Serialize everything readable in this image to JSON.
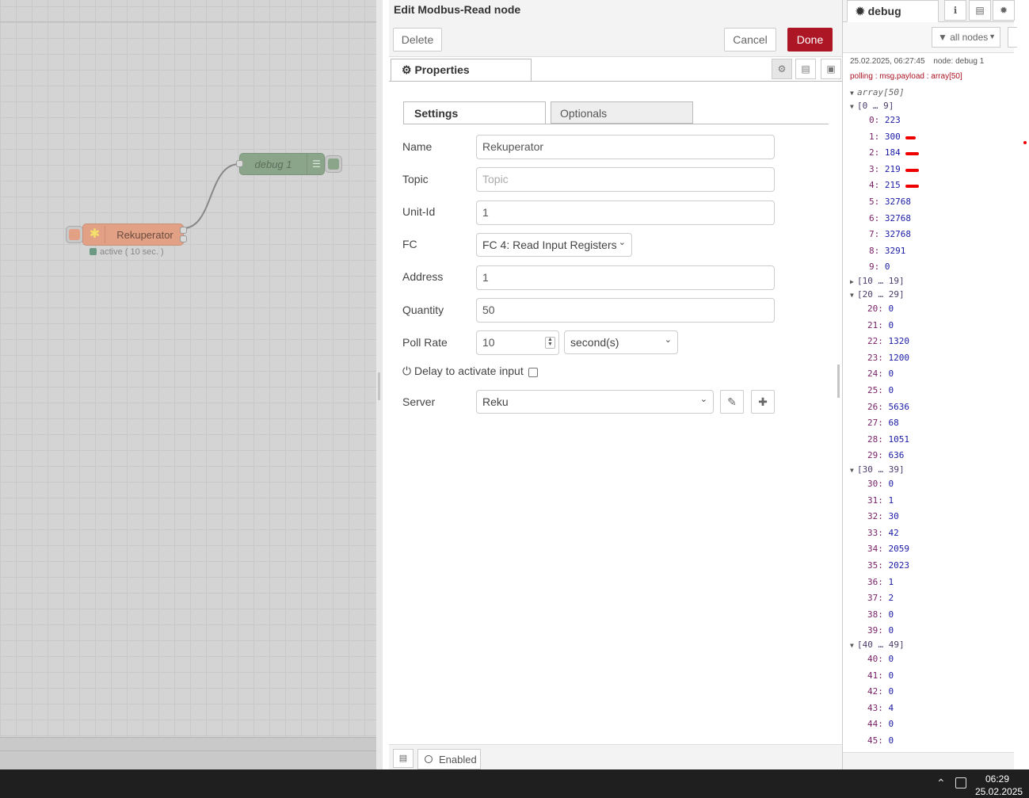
{
  "workspace": {
    "nodes": {
      "debug": {
        "label": "debug 1",
        "list_icon": "list-icon"
      },
      "modbus": {
        "label": "Rekuperator",
        "icon": "modbus-icon",
        "status": "active ( 10 sec. )"
      }
    }
  },
  "tray": {
    "title": "Edit Modbus-Read node",
    "buttons": {
      "delete": "Delete",
      "cancel": "Cancel",
      "done": "Done"
    },
    "properties_tab": "Properties",
    "tabs": {
      "settings": "Settings",
      "optionals": "Optionals"
    },
    "fields": {
      "name": {
        "label": "Name",
        "value": "Rekuperator"
      },
      "topic": {
        "label": "Topic",
        "placeholder": "Topic"
      },
      "unit_id": {
        "label": "Unit-Id",
        "value": "1"
      },
      "fc": {
        "label": "FC",
        "value": "FC 4: Read Input Registers"
      },
      "address": {
        "label": "Address",
        "value": "1"
      },
      "quantity": {
        "label": "Quantity",
        "value": "50"
      },
      "poll_rate": {
        "label": "Poll Rate",
        "value": "10",
        "unit": "second(s)"
      },
      "delay": {
        "label": "Delay to activate input",
        "checked": false
      },
      "server": {
        "label": "Server",
        "value": "Reku"
      }
    },
    "footer": {
      "enabled": "Enabled"
    },
    "accent_color": "#ad1625"
  },
  "sidebar": {
    "tab": "debug",
    "filter": "all nodes",
    "message": {
      "timestamp": "25.02.2025, 06:27:45",
      "node": "node: debug 1",
      "topic": "polling : msg.payload : array[50]",
      "root": "array[50]",
      "groups": [
        {
          "label": "[0 … 9]",
          "expanded": true,
          "items": [
            {
              "k": "0:",
              "v": "223"
            },
            {
              "k": "1:",
              "v": "300"
            },
            {
              "k": "2:",
              "v": "184"
            },
            {
              "k": "3:",
              "v": "219"
            },
            {
              "k": "4:",
              "v": "215"
            },
            {
              "k": "5:",
              "v": "32768"
            },
            {
              "k": "6:",
              "v": "32768"
            },
            {
              "k": "7:",
              "v": "32768"
            },
            {
              "k": "8:",
              "v": "3291"
            },
            {
              "k": "9:",
              "v": "0"
            }
          ]
        },
        {
          "label": "[10 … 19]",
          "expanded": false,
          "items": []
        },
        {
          "label": "[20 … 29]",
          "expanded": true,
          "items": [
            {
              "k": "20:",
              "v": "0"
            },
            {
              "k": "21:",
              "v": "0"
            },
            {
              "k": "22:",
              "v": "1320"
            },
            {
              "k": "23:",
              "v": "1200"
            },
            {
              "k": "24:",
              "v": "0"
            },
            {
              "k": "25:",
              "v": "0"
            },
            {
              "k": "26:",
              "v": "5636"
            },
            {
              "k": "27:",
              "v": "68"
            },
            {
              "k": "28:",
              "v": "1051"
            },
            {
              "k": "29:",
              "v": "636"
            }
          ]
        },
        {
          "label": "[30 … 39]",
          "expanded": true,
          "items": [
            {
              "k": "30:",
              "v": "0"
            },
            {
              "k": "31:",
              "v": "1"
            },
            {
              "k": "32:",
              "v": "30"
            },
            {
              "k": "33:",
              "v": "42"
            },
            {
              "k": "34:",
              "v": "2059"
            },
            {
              "k": "35:",
              "v": "2023"
            },
            {
              "k": "36:",
              "v": "1"
            },
            {
              "k": "37:",
              "v": "2"
            },
            {
              "k": "38:",
              "v": "0"
            },
            {
              "k": "39:",
              "v": "0"
            }
          ]
        },
        {
          "label": "[40 … 49]",
          "expanded": true,
          "items": [
            {
              "k": "40:",
              "v": "0"
            },
            {
              "k": "41:",
              "v": "0"
            },
            {
              "k": "42:",
              "v": "0"
            },
            {
              "k": "43:",
              "v": "4"
            },
            {
              "k": "44:",
              "v": "0"
            },
            {
              "k": "45:",
              "v": "0"
            }
          ]
        }
      ]
    }
  },
  "taskbar": {
    "time": "06:29",
    "date": "25.02.2025"
  }
}
